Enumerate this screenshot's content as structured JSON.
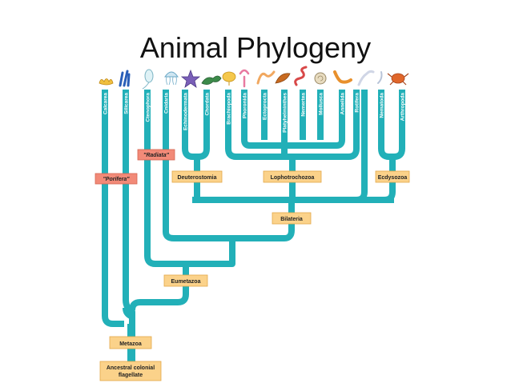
{
  "title": "Animal Phylogeny",
  "colors": {
    "branch": "#22b0b8",
    "clade_box": "#fbd28a",
    "clade_box_stroke": "#e3a84a",
    "group_box": "#f28a78",
    "group_box_stroke": "#d56552",
    "taxon_text": "#ffffff"
  },
  "taxa": [
    "Calcarea",
    "Silicarea",
    "Ctenophora",
    "Cnidaria",
    "Echinodermata",
    "Chordata",
    "Brachiopoda",
    "Phoronida",
    "Ectoprocta",
    "Platyhelminthes",
    "Nemertea",
    "Mollusca",
    "Annelida",
    "Rotifera",
    "Nematoda",
    "Arthropoda"
  ],
  "animal_icons": [
    "sponge-icon",
    "sponge-icon",
    "comb-jelly-icon",
    "jellyfish-icon",
    "sea-star-icon",
    "vertebrate-icon",
    "lamp-shell-icon",
    "horseshoe-worm-icon",
    "bryozoan-icon",
    "flatworm-icon",
    "ribbon-worm-icon",
    "snail-icon",
    "segmented-worm-icon",
    "rotifer-icon",
    "roundworm-icon",
    "crab-icon"
  ],
  "clades": {
    "porifera": "\"Porifera\"",
    "radiata": "\"Radiata\"",
    "deuterostomia": "Deuterostomia",
    "lophotrochozoa": "Lophotrochozoa",
    "ecdysozoa": "Ecdysozoa",
    "bilateria": "Bilateria",
    "eumetazoa": "Eumetazoa",
    "metazoa": "Metazoa",
    "ancestor_line1": "Ancestral colonial",
    "ancestor_line2": "flagellate"
  }
}
